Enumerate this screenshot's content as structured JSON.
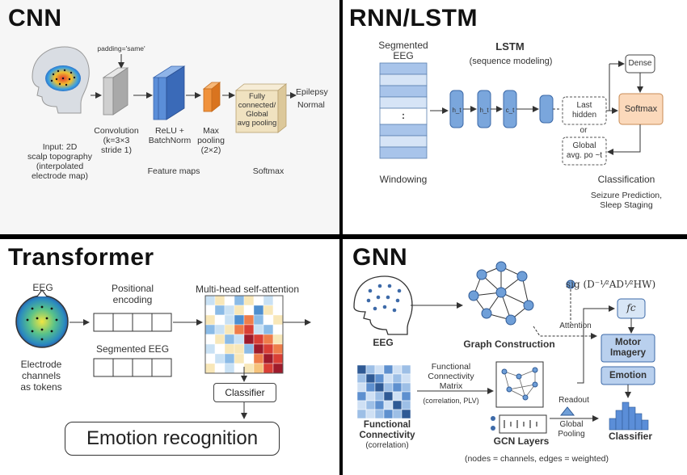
{
  "cnn": {
    "title": "CNN",
    "input_label": [
      "Input: 2D",
      "scalp topography",
      "(interpolated",
      "electrode map)"
    ],
    "padding_label": "padding='same'",
    "conv_label": [
      "Convolution",
      "(k=3×3",
      "stride 1)"
    ],
    "relu_label": [
      "ReLU +",
      "BatchNorm"
    ],
    "pool_label": [
      "Max",
      "pooling",
      "(2×2)"
    ],
    "fc_label": [
      "Fully",
      "connected/",
      "Global",
      "avg pooling"
    ],
    "out1": "Epilepsy",
    "out2": "Normal",
    "feature_maps": "Feature maps",
    "softmax": "Softmax"
  },
  "rnn": {
    "title": "RNN/LSTM",
    "segmented": [
      "Segmented",
      "EEG"
    ],
    "lstm": "LSTM",
    "lstm_sub": "(sequence modeling)",
    "windowing": "Windowing",
    "dots": ":",
    "cells": [
      "h_t",
      "h_t",
      "c_t"
    ],
    "last_hidden": [
      "Last",
      "hidden"
    ],
    "or": "or",
    "global": [
      "Global",
      "avg. po ~t"
    ],
    "dense": "Dense",
    "softmax": "Softmax",
    "classification": "Classification",
    "class_sub": [
      "Seizure Prediction,",
      "Sleep Staging"
    ]
  },
  "transformer": {
    "title": "Transformer",
    "eeg": "EEG",
    "electrode": [
      "Electrode",
      "channels",
      "as tokens"
    ],
    "positional": [
      "Positional",
      "encoding"
    ],
    "segmented": "Segmented EEG",
    "mhsa": "Multi-head self-attention",
    "classifier": "Classifier",
    "emotion": "Emotion recognition"
  },
  "gnn": {
    "title": "GNN",
    "formula": "sig (D⁻¹⁄²AD¹⁄²HW)",
    "eeg": "EEG",
    "graph_construction": "Graph Construction",
    "attention": "Attention",
    "fc": "fc",
    "motor": [
      "Motor",
      "Imagery"
    ],
    "emotion": "Emotion",
    "fcm": [
      "Functional",
      "Connectivity",
      "Matrix"
    ],
    "fcm_sub": "(correlation, PLV)",
    "func_conn": [
      "Functional",
      "Connectivity"
    ],
    "func_conn_sub": "(correlation)",
    "gcn": "GCN Layers",
    "readout": "Readout",
    "global_pool": [
      "Global",
      "Pooling"
    ],
    "classifier": "Classifier",
    "footer": "(nodes = channels, edges = weighted)"
  },
  "colors": {
    "blue": "#6f9fd8",
    "lightblue": "#d8e6f6",
    "orange": "#f0923c",
    "tan": "#f0e2c0",
    "peach": "#fbd9bb"
  }
}
